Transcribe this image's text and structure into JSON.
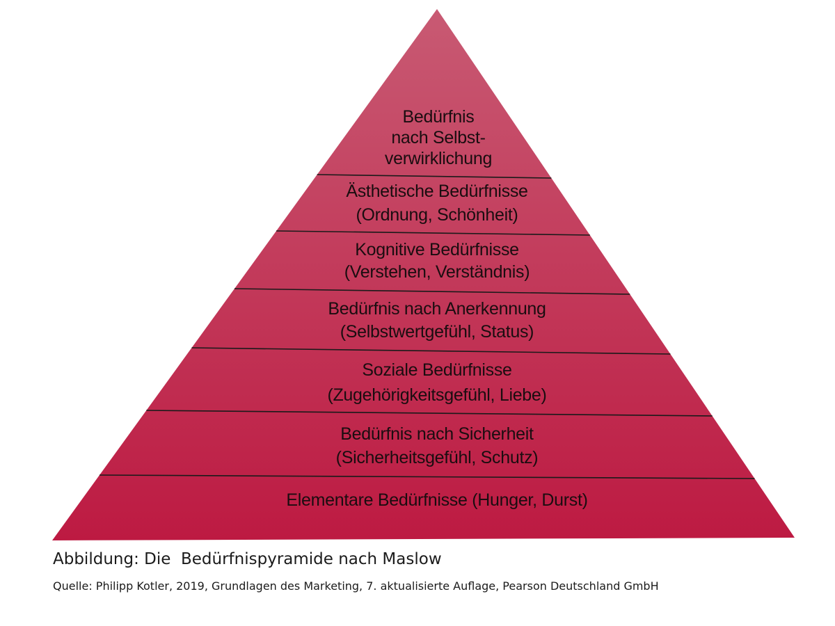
{
  "diagram": {
    "type": "pyramid",
    "levels": [
      {
        "lines": [
          "Bedürfnis",
          "nach Selbst-",
          "verwirklichung"
        ]
      },
      {
        "lines": [
          "Ästhetische Bedürfnisse",
          "(Ordnung, Schönheit)"
        ]
      },
      {
        "lines": [
          "Kognitive Bedürfnisse",
          "(Verstehen, Verständnis)"
        ]
      },
      {
        "lines": [
          "Bedürfnis nach Anerkennung",
          "(Selbstwertgefühl, Status)"
        ]
      },
      {
        "lines": [
          "Soziale Bedürfnisse",
          "(Zugehörigkeitsgefühl, Liebe)"
        ]
      },
      {
        "lines": [
          "Bedürfnis nach Sicherheit",
          "(Sicherheitsgefühl, Schutz)"
        ]
      },
      {
        "lines": [
          "Elementare Bedürfnisse (Hunger, Durst)"
        ]
      }
    ],
    "colors": {
      "top": "#c85a73",
      "bottom": "#bd1a42",
      "divider": "#1a1a1a",
      "text": "#1a0d10"
    }
  },
  "caption": "Abbildung: Die  Bedürfnispyramide nach Maslow",
  "source": "Quelle: Philipp Kotler, 2019, Grundlagen des Marketing, 7. aktualisierte Auflage, Pearson Deutschland GmbH"
}
